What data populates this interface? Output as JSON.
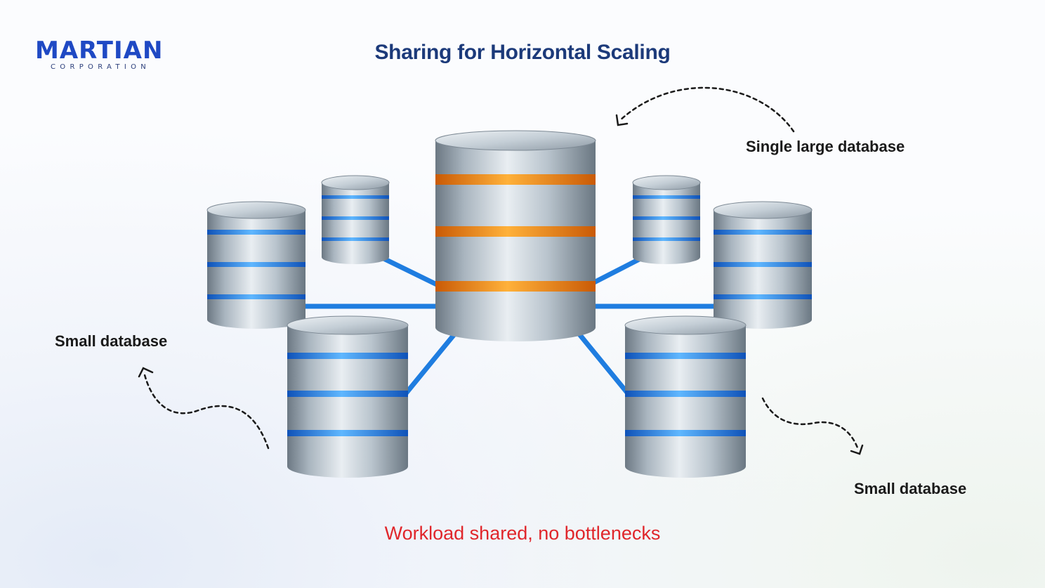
{
  "brand": {
    "name": "MARTIAN",
    "tagline": "CORPORATION"
  },
  "title": "Sharing for Horizontal Scaling",
  "labels": {
    "large_db": "Single large database",
    "small_db_left": "Small database",
    "small_db_right": "Small database"
  },
  "caption": "Workload shared, no bottlenecks",
  "colors": {
    "title": "#1c3a7a",
    "brand": "#1f49c4",
    "caption": "#e0262b",
    "connector": "#1f7de0",
    "small_db_band": "#2b8cf0",
    "large_db_band": "#f0861e",
    "cylinder_metal": "#a6b2bd"
  }
}
